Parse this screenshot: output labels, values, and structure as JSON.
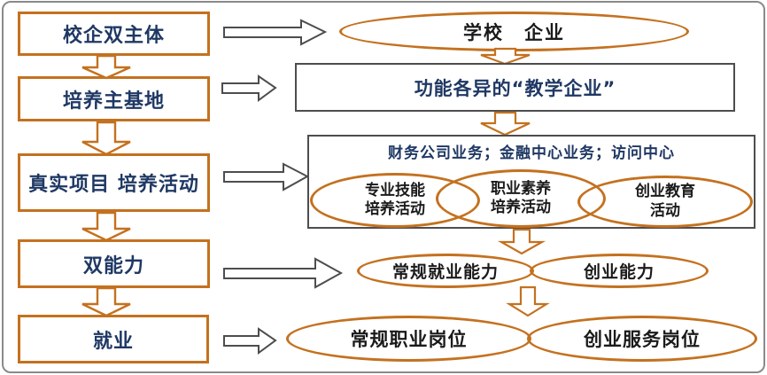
{
  "palette": {
    "orange": "#C4711F",
    "navy": "#1F3864",
    "black": "#1a1a1a",
    "gray_border": "#4d4d4d"
  },
  "left_column": {
    "boxes": [
      {
        "label": "校企双主体"
      },
      {
        "label": "培养主基地"
      },
      {
        "label": "真实项目 培养活动"
      },
      {
        "label": "双能力"
      },
      {
        "label": "就业"
      }
    ]
  },
  "right_column": {
    "school_enterprise_ellipse": {
      "label": "学校　企业"
    },
    "teaching_enterprise_box": {
      "label": "功能各异的“教学企业”"
    },
    "business_group": {
      "caption": "财务公司业务；金融中心业务；访问中心",
      "ellipses": [
        {
          "line1": "专业技能",
          "line2": "培养活动"
        },
        {
          "line1": "职业素养",
          "line2": "培养活动"
        },
        {
          "line1": "创业教育",
          "line2": "活动"
        }
      ]
    },
    "ability_row": [
      {
        "label": "常规就业能力"
      },
      {
        "label": "创业能力"
      }
    ],
    "job_row": [
      {
        "label": "常规职业岗位"
      },
      {
        "label": "创业服务岗位"
      }
    ]
  }
}
